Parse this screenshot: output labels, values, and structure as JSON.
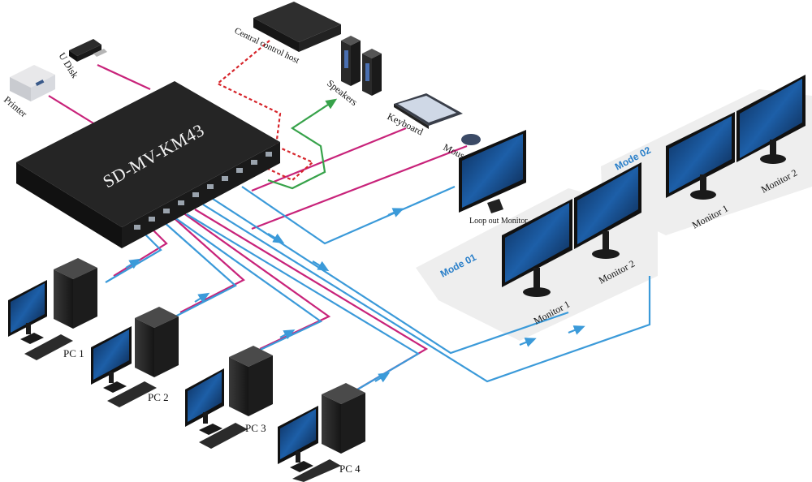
{
  "device": {
    "name": "SD-MV-KM43"
  },
  "peripherals": {
    "printer": "Printer",
    "udisk": "U Disk",
    "host": "Central control host",
    "speakers": "Speakers",
    "keyboard": "Keyboard",
    "mouse": "Mouse",
    "loop_monitor": "Loop out Monitor"
  },
  "modes": {
    "mode1": {
      "title": "Mode 01",
      "monitor1": "Monitor 1",
      "monitor2": "Monitor 2"
    },
    "mode2": {
      "title": "Mode 02",
      "monitor1": "Monitor 1",
      "monitor2": "Monitor 2"
    }
  },
  "pcs": [
    "PC 1",
    "PC 2",
    "PC 3",
    "PC 4"
  ],
  "colors": {
    "usb": "#c8237a",
    "video": "#3b9ad9",
    "audio": "#37a24a",
    "control": "#d6252b",
    "device": "#1e1e1e"
  }
}
